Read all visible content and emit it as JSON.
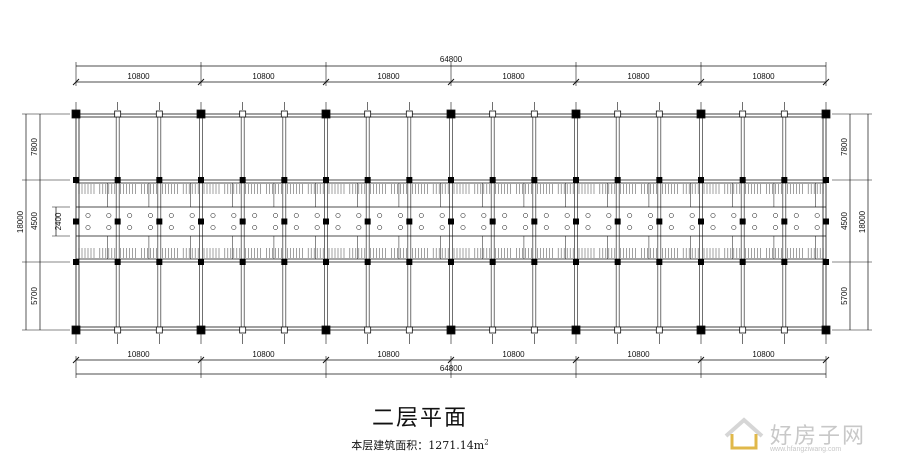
{
  "drawing": {
    "title": "二层平面",
    "area_label": "本层建筑面积：1271.14m",
    "area_sup": "2"
  },
  "dimensions": {
    "overall": "64800",
    "bay": "10800",
    "bay_count": 6,
    "depth_total": "18000",
    "depth_north": "7800",
    "depth_corridor": "4500",
    "depth_south": "5700",
    "inner_corridor": "2400"
  },
  "watermark": {
    "name": "好房子网",
    "url": "www.hfangziwang.com"
  },
  "colors": {
    "line": "#111111",
    "column": "#000000",
    "watermark": "#c8c8c8"
  }
}
